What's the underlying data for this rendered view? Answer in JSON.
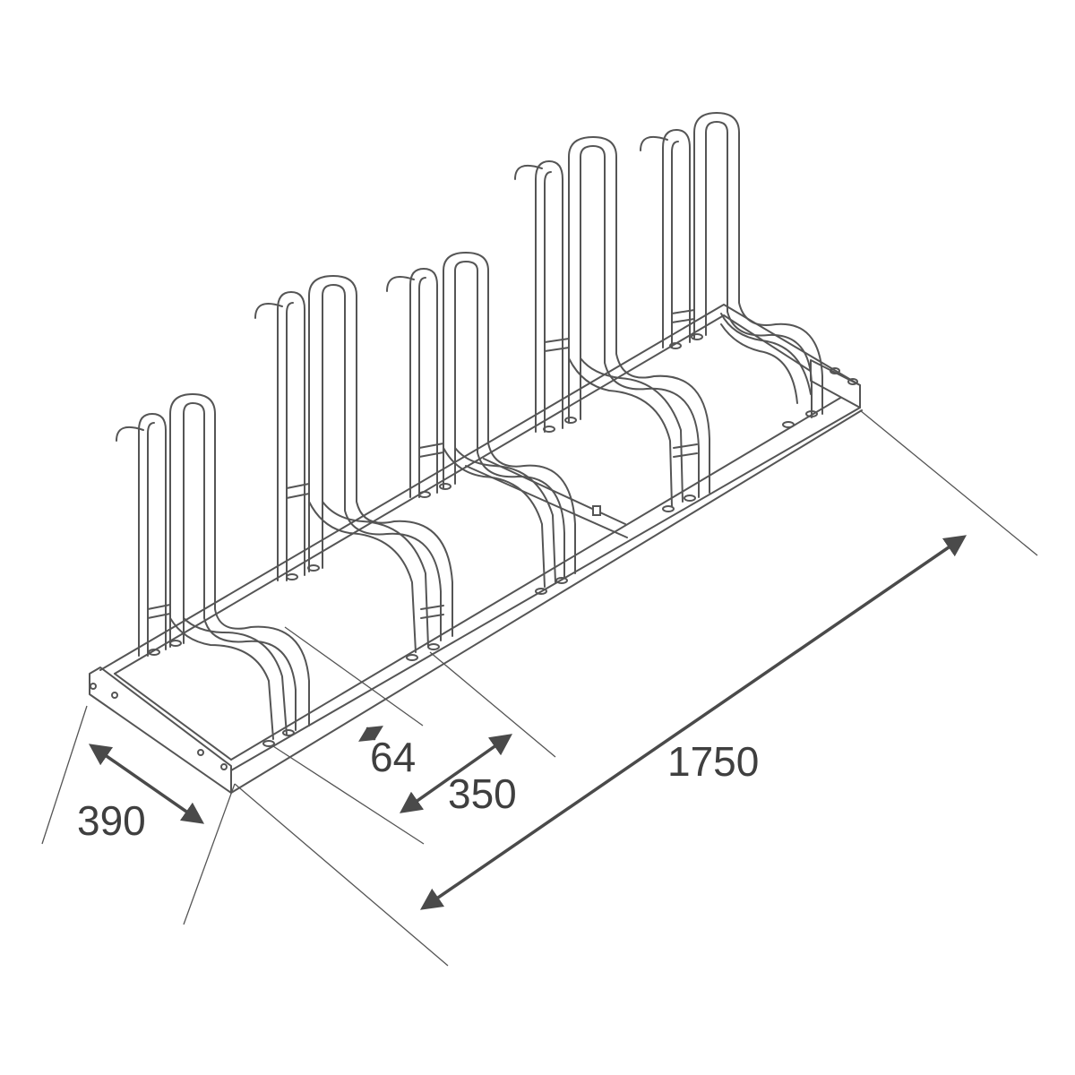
{
  "dimensions": {
    "width_label": "390",
    "loop_spacing_label": "350",
    "tube_gap_label": "64",
    "length_label": "1750"
  },
  "colors": {
    "line": "#555555",
    "arrow": "#4a4a4a",
    "text": "#3f3f3f",
    "background": "#ffffff"
  },
  "rack": {
    "loop_count": 5,
    "frame_sections": 2,
    "style": "line drawing"
  }
}
